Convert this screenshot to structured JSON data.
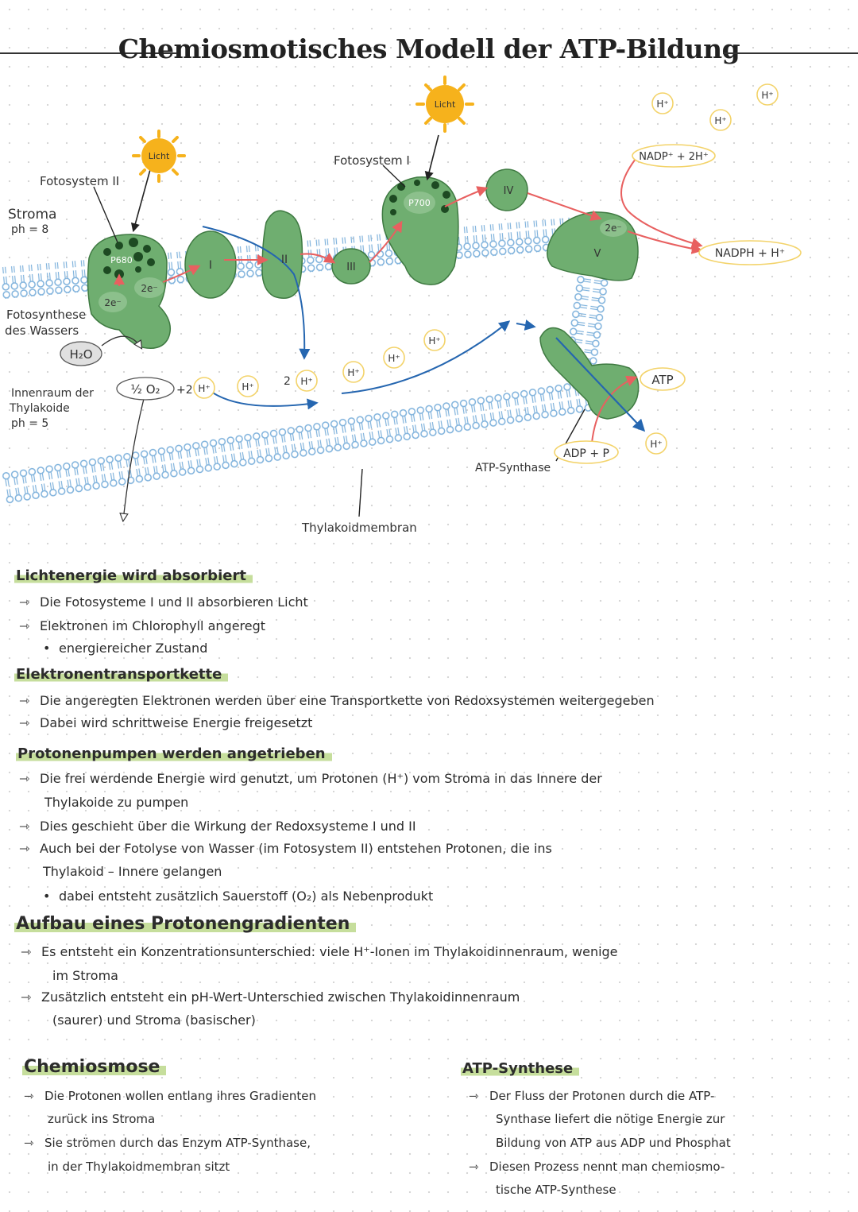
{
  "title": "Chemiosmotisches Modell der ATP-Bildung",
  "diagram": {
    "licht": "Licht",
    "fotosystem2": "Fotosystem II",
    "fotosystem1": "Fotosystem I",
    "stroma": "Stroma",
    "stroma_ph": "ph = 8",
    "p680": "P680",
    "p700": "P700",
    "e2": "2e⁻",
    "fotolyse_1": "Fotosynthese",
    "fotolyse_2": "des Wassers",
    "h2o": "H₂O",
    "half_o2": "½ O₂",
    "plus2": "+2",
    "hplus": "H⁺",
    "two": "2",
    "complex_1": "I",
    "complex_2": "II",
    "complex_3": "III",
    "complex_4": "IV",
    "complex_5": "V",
    "innen_1": "Innenraum der",
    "innen_2": "Thylakoide",
    "innen_ph": "ph = 5",
    "nadp": "NADP⁺ + 2H⁺",
    "nadph": "NADPH + H⁺",
    "atp": "ATP",
    "adp": "ADP + P",
    "atp_synthase": "ATP-Synthase",
    "membran": "Thylakoidmembran"
  },
  "sections": {
    "s1_title": "Lichtenergie wird absorbiert",
    "s1_l1": "Die Fotosysteme I und II absorbieren Licht",
    "s1_l2": "Elektronen im Chlorophyll angeregt",
    "s1_b1": "energiereicher Zustand",
    "s2_title": "Elektronentransportkette",
    "s2_l1": "Die angeregten Elektronen werden über eine Transportkette von Redoxsystemen weitergegeben",
    "s2_l2": "Dabei wird schrittweise Energie freigesetzt",
    "s3_title": "Protonenpumpen werden angetrieben",
    "s3_l1a": "Die frei werdende Energie wird genutzt, um Protonen (H⁺) vom Stroma in das Innere der",
    "s3_l1b": "Thylakoide zu pumpen",
    "s3_l2": "Dies geschieht über die Wirkung der Redoxsysteme I und II",
    "s3_l3a": "Auch bei der Fotolyse von Wasser (im Fotosystem II) entstehen Protonen, die ins",
    "s3_l3b": "Thylakoid – Innere gelangen",
    "s3_b1": "dabei entsteht zusätzlich Sauerstoff (O₂) als Nebenprodukt",
    "s4_title": "Aufbau eines Protonengradienten",
    "s4_l1a": "Es entsteht ein Konzentrationsunterschied: viele H⁺-Ionen im Thylakoidinnenraum, wenige",
    "s4_l1b": "im Stroma",
    "s4_l2a": "Zusätzlich entsteht ein pH-Wert-Unterschied zwischen Thylakoidinnenraum",
    "s4_l2b": "(saurer) und Stroma (basischer)",
    "s5_title": "Chemiosmose",
    "s5_l1a": "Die Protonen wollen entlang ihres Gradienten",
    "s5_l1b": "zurück ins Stroma",
    "s5_l2a": "Sie strömen durch das Enzym ATP-Synthase,",
    "s5_l2b": "in der Thylakoidmembran sitzt",
    "s6_title": "ATP-Synthese",
    "s6_l1a": "Der Fluss der Protonen durch die ATP-",
    "s6_l1b": "Synthase liefert die nötige Energie zur",
    "s6_l1c": "Bildung von ATP aus ADP und Phosphat",
    "s6_l2a": "Diesen Prozess nennt man chemiosmo-",
    "s6_l2b": "tische ATP-Synthese"
  },
  "arrow_glyph": "⇾",
  "colors": {
    "protein": "#6fae70",
    "protein_dark": "#3f7a42",
    "membrane": "#7fb2dc",
    "electron_arrow": "#e86060",
    "proton_arrow": "#2566b0",
    "sun": "#f6b21c",
    "label_ring": "#f3d36a",
    "highlight": "#c6de9c"
  }
}
